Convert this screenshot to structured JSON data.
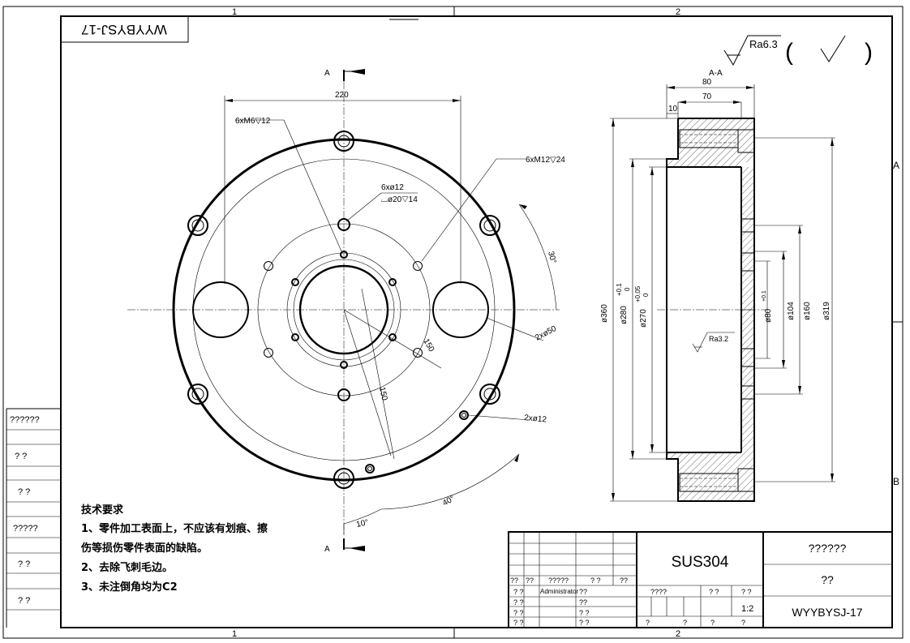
{
  "sheet": {
    "zone_top": [
      "1",
      "2"
    ],
    "zone_bottom": [
      "1",
      "2"
    ],
    "zone_right": [
      "A",
      "B"
    ],
    "drawing_code_mirrored": "WYYBYSJ-17"
  },
  "left_strip": {
    "cells": [
      "??????",
      "?  ?",
      "?  ?",
      "?????",
      "?  ?",
      "?  ?"
    ]
  },
  "roughness": {
    "general": "Ra6.3",
    "paren_open": "(",
    "check": "✓",
    "paren_close": ")",
    "inner": "Ra3.2"
  },
  "front_view": {
    "section_mark": "A",
    "dims": {
      "bolt_span": "220",
      "tap_small": "6xM6▽12",
      "tap_large": "6xM12▽24",
      "cbore_1": "6xø12",
      "cbore_2": "⌴ø20▽14",
      "angle_30": "30°",
      "hole_pair": "2xø50",
      "r150_a": "150",
      "r150_b": "150",
      "pin_hole": "2xø12",
      "angle_40": "40°",
      "angle_10": "10°"
    }
  },
  "section_view": {
    "title": "A-A",
    "dims": {
      "w80": "80",
      "w70": "70",
      "w10": "10",
      "d360": "ø360",
      "d280": "ø280",
      "d280_tol_up": "+0.1",
      "d280_tol_lo": "0",
      "d270": "ø270",
      "d270_tol_up": "+0.05",
      "d270_tol_lo": "0",
      "d_bore": "ø80",
      "d_bore_tol": "+0.1",
      "d104": "ø104",
      "d160": "ø160",
      "d319": "ø319"
    }
  },
  "notes": {
    "heading": "技术要求",
    "line1": "1、零件加工表面上，不应该有划痕、擦",
    "line1b": "伤等损伤零件表面的缺陷。",
    "line2": "2、去除飞刺毛边。",
    "line3": "3、未注倒角均为C2"
  },
  "title_block": {
    "material": "SUS304",
    "name": "??????",
    "company": "??",
    "drawing_no": "WYYBYSJ-17",
    "scale": "1:2",
    "author": "Administrator",
    "q": {
      "a": "??",
      "b": "??",
      "c": "?????",
      "d": "?  ?",
      "e": "??",
      "f": "?  ?",
      "g": "?  ?",
      "h": "?  ?",
      "i": "??",
      "j": "??",
      "k": "????",
      "l": "?  ?",
      "m": "?  ?",
      "n": "?",
      "o": "?",
      "p": "?",
      "r": "?"
    }
  }
}
